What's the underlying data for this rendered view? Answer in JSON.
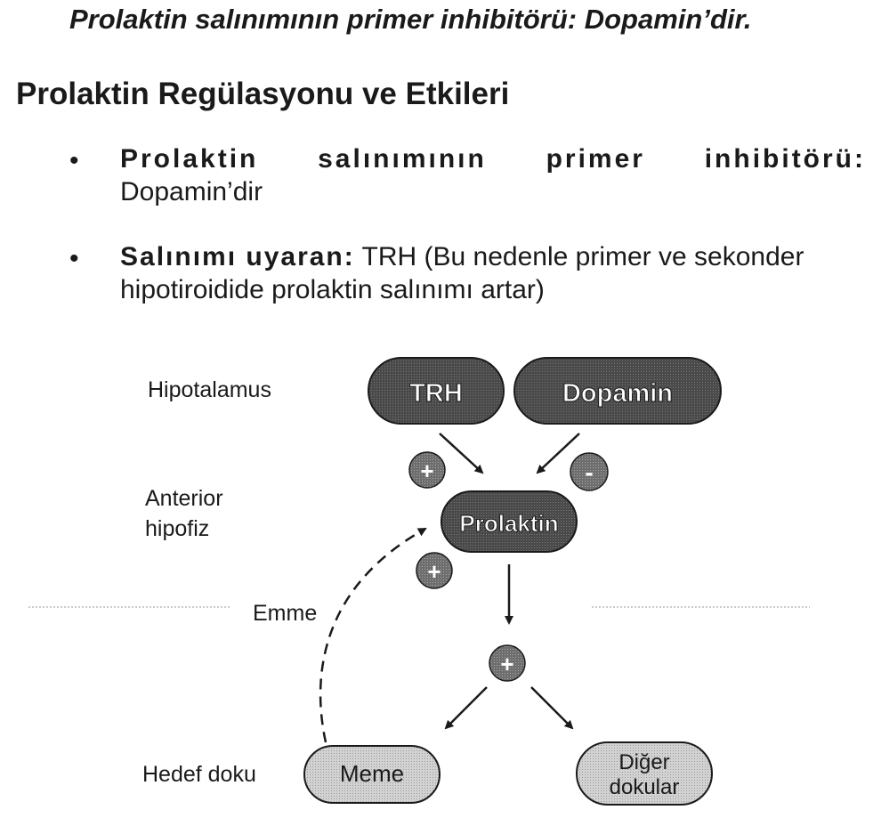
{
  "header": {
    "top_title": "Prolaktin salınımının primer inhibitörü: Dopamin’dir.",
    "section_title": "Prolaktin Regülasyonu ve Etkileri"
  },
  "bullets": [
    {
      "marker": "•",
      "bold": "Prolaktin salınımının primer inhibitörü:",
      "text": "Dopamin’dir"
    },
    {
      "marker": "•",
      "bold": "Salınımı uyaran:",
      "text": "TRH (Bu nedenle primer ve sekonder hipotiroidide prolaktin salınımı artar)"
    }
  ],
  "diagram": {
    "levels": {
      "hypothalamus": "Hipotalamus",
      "anterior_line1": "Anterior",
      "anterior_line2": "hipofiz",
      "target": "Hedef doku"
    },
    "nodes": {
      "trh": "TRH",
      "dopamine": "Dopamin",
      "prolactin": "Prolaktin",
      "breast": "Meme",
      "other_line1": "Diğer",
      "other_line2": "dokular"
    },
    "signs": {
      "trh_effect": "+",
      "dopamine_effect": "-",
      "suckling_effect": "+",
      "prolactin_effect": "+"
    },
    "feedback_label": "Emme"
  }
}
